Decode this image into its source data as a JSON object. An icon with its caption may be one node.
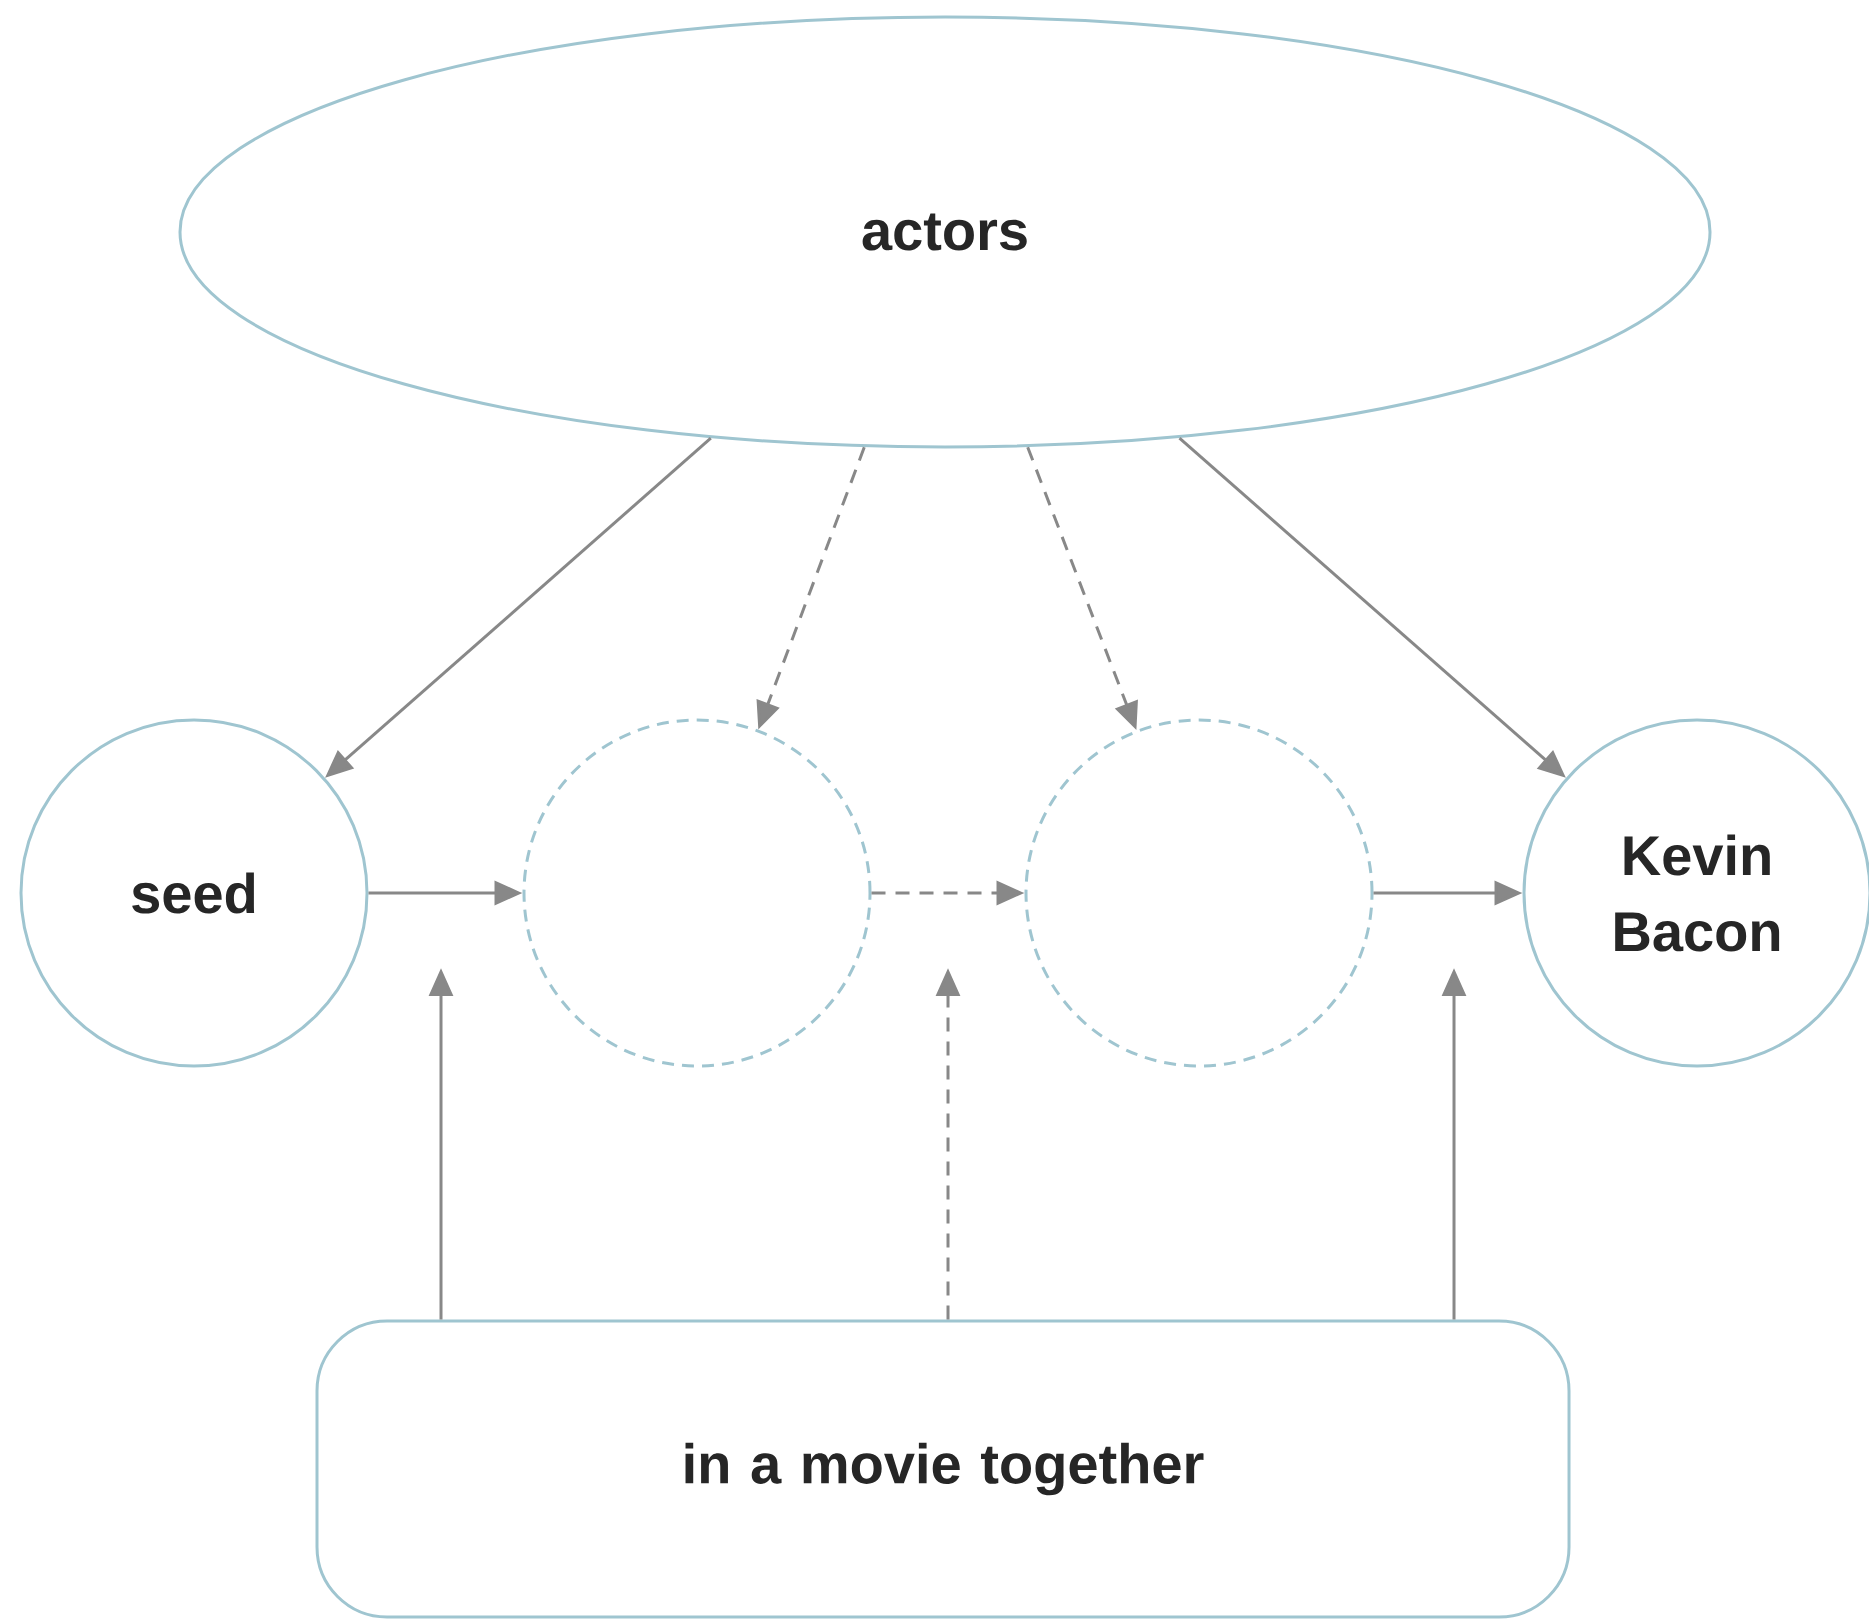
{
  "diagram": {
    "nodes": [
      {
        "text": [
          "actors"
        ]
      },
      {
        "text": [
          "seed"
        ]
      },
      {
        "text": [],
        "shape": "circle"
      },
      {
        "text": [],
        "shape": "circle"
      },
      {
        "text": [
          "Kevin Bacon"
        ]
      },
      {
        "text": [
          "in a movie together"
        ]
      }
    ],
    "edges": [
      {
        "from": 0,
        "to": 1,
        "arrow": "to"
      },
      {
        "from": 0,
        "to": 2,
        "arrow": "to",
        "style": "dashed"
      },
      {
        "from": 0,
        "to": 3,
        "arrow": "to",
        "style": "dashed"
      },
      {
        "from": 0,
        "to": 4,
        "arrow": "to"
      },
      {
        "from": 1,
        "to": 2,
        "arrow": "to"
      },
      {
        "from": 2,
        "to": 3,
        "arrow": "to",
        "style": "dashed"
      },
      {
        "from": 3,
        "to": 4,
        "arrow": "to"
      },
      {
        "from": 5,
        "to": null,
        "arrow": "to"
      },
      {
        "from": 5,
        "to": null,
        "arrow": "to",
        "style": "dashed"
      },
      {
        "from": 5,
        "to": null,
        "arrow": "to"
      }
    ]
  }
}
